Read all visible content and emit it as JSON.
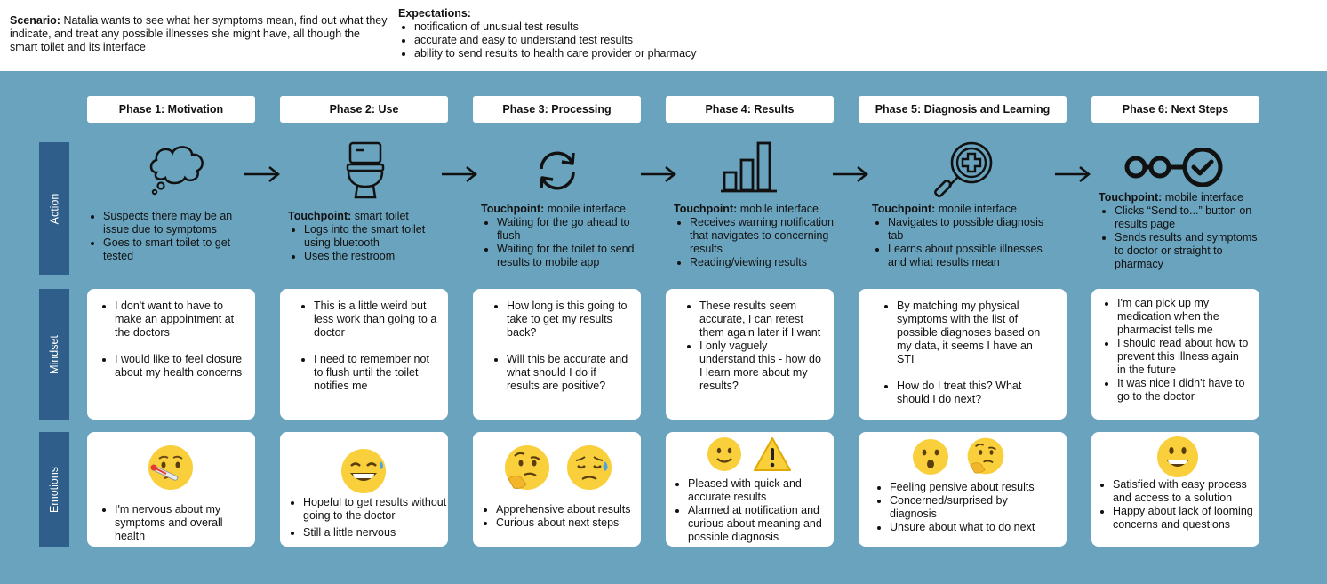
{
  "scenario": {
    "label": "Scenario:",
    "text": " Natalia wants to see what her symptoms mean, find out what they indicate, and treat any possible illnesses she might have, all though the smart toilet and its interface"
  },
  "expectations": {
    "title": "Expectations:",
    "items": [
      "notification of unusual test results",
      "accurate and easy to understand test results",
      "ability to send results to health care provider or pharmacy"
    ]
  },
  "row_labels": {
    "action": "Action",
    "mindset": "Mindset",
    "emotions": "Emotions"
  },
  "touchpoint_label": "Touchpoint:",
  "phases": [
    {
      "title": "Phase 1: Motivation",
      "icon": "thought-cloud-icon",
      "touchpoint": "",
      "actions": [
        "Suspects there may be an issue due to symptoms",
        "Goes to smart toilet to get tested"
      ],
      "mindset": [
        "I don't want to have to make an appointment at the doctors",
        "I would like to feel closure about my health concerns"
      ],
      "emojis": [
        "face-with-thermometer-emoji"
      ],
      "emotions": [
        "I'm nervous about my symptoms and overall health"
      ]
    },
    {
      "title": "Phase 2: Use",
      "icon": "toilet-icon",
      "touchpoint": " smart toilet",
      "actions": [
        "Logs into the smart toilet using bluetooth",
        "Uses the restroom"
      ],
      "mindset": [
        "This is a little weird but less work than going to a doctor",
        "I need to remember not to flush until the toilet notifies me"
      ],
      "emojis": [
        "grinning-sweat-emoji"
      ],
      "emotions": [
        "Hopeful to get results without going to the doctor",
        "Still a little nervous"
      ]
    },
    {
      "title": "Phase 3: Processing",
      "icon": "refresh-icon",
      "touchpoint": " mobile interface",
      "actions": [
        "Waiting for the go ahead to flush",
        "Waiting for the toilet to send results to mobile app"
      ],
      "mindset": [
        "How long is this going to take to get my results back?",
        "Will this be accurate and what should I do if results are positive?"
      ],
      "emojis": [
        "thinking-face-emoji",
        "downcast-sweat-emoji"
      ],
      "emotions": [
        "Apprehensive about results",
        "Curious about next steps"
      ]
    },
    {
      "title": "Phase 4: Results",
      "icon": "bar-chart-icon",
      "touchpoint": " mobile interface",
      "actions": [
        "Receives warning notification that navigates to concerning results",
        "Reading/viewing results"
      ],
      "mindset": [
        "These results seem accurate, I can retest them again later if I want",
        "I only vaguely understand this - how do I learn more about my results?"
      ],
      "emojis": [
        "slightly-smiling-emoji",
        "warning-emoji"
      ],
      "emotions": [
        "Pleased with quick and accurate results",
        "Alarmed at notification and curious about meaning and possible diagnosis"
      ]
    },
    {
      "title": "Phase 5: Diagnosis and Learning",
      "icon": "magnifier-medical-icon",
      "touchpoint": " mobile interface",
      "actions": [
        "Navigates to possible diagnosis tab",
        "Learns about possible illnesses and what results mean"
      ],
      "mindset": [
        "By matching my physical symptoms with the list of possible diagnoses based on my data, it seems I have an STI",
        "How do I treat this? What should I do next?"
      ],
      "emojis": [
        "surprised-face-emoji",
        "thinking-face-emoji"
      ],
      "emotions": [
        "Feeling pensive about results",
        "Concerned/surprised by diagnosis",
        "Unsure about what to do next"
      ]
    },
    {
      "title": "Phase 6: Next Steps",
      "icon": "progress-check-icon",
      "touchpoint": " mobile interface",
      "actions": [
        "Clicks “Send to...” button on results page",
        "Sends results and symptoms to doctor or straight to pharmacy"
      ],
      "mindset": [
        "I'm can pick up my medication when the pharmacist tells me",
        "I should read about how to prevent this illness again in the future",
        "It was nice I didn't have to go to the doctor"
      ],
      "emojis": [
        "grinning-face-emoji"
      ],
      "emotions": [
        "Satisfied with easy process and access to a solution",
        "Happy about lack of looming concerns and questions"
      ]
    }
  ],
  "colors": {
    "board": "#6aa3bd",
    "row_label": "#2f5e8a",
    "emoji": "#f9cf3b"
  }
}
